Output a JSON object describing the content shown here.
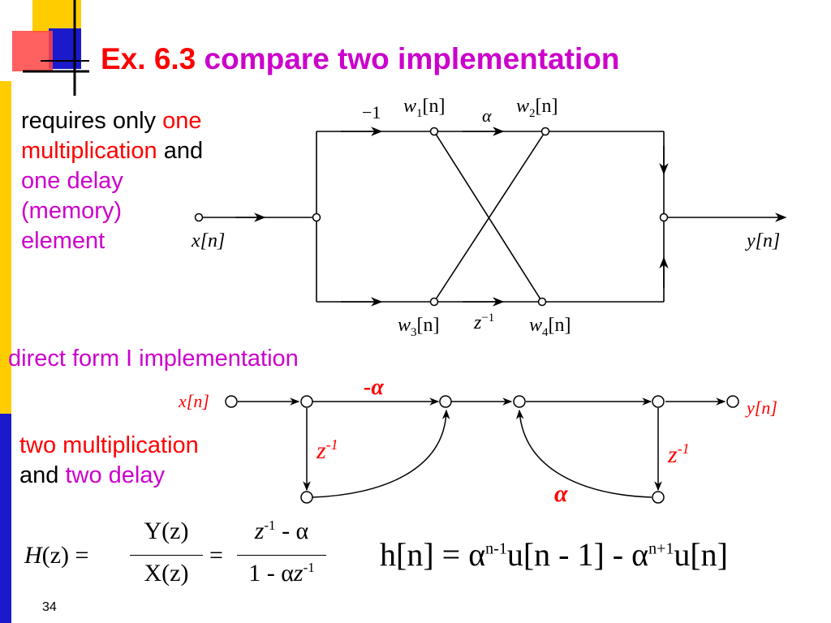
{
  "title": {
    "ex": "Ex. 6.3",
    "rest": "compare two implementation"
  },
  "top_text": {
    "l1a": "requires only",
    "l1b": "one",
    "l2a": "multiplication",
    "l2b": "and",
    "l3": "one delay",
    "l4": "(memory)",
    "l5": "element"
  },
  "lattice": {
    "neg1": "−1",
    "w1": "w",
    "w1sub": "1",
    "w1arg": "[n]",
    "alpha": "α",
    "w2": "w",
    "w2sub": "2",
    "w2arg": "[n]",
    "w3": "w",
    "w3sub": "3",
    "w3arg": "[n]",
    "zinv": "z",
    "zinvexp": "−1",
    "w4": "w",
    "w4sub": "4",
    "w4arg": "[n]",
    "x": "x[n]",
    "y": "y[n]"
  },
  "direct_form_heading": "direct form I implementation",
  "direct": {
    "x": "x[n]",
    "y": "y[n]",
    "neg_alpha": "-α",
    "alpha": "α",
    "z1": "z",
    "z1exp": "-1",
    "z2": "z",
    "z2exp": "-1"
  },
  "bottom_text": {
    "l1": "two multiplication",
    "l2a": "and",
    "l2b": "two delay"
  },
  "eq_H": {
    "lhs": "H",
    "lhs_arg": "(z) =",
    "num": "Y(z)",
    "den": "X(z)",
    "eq2": "=",
    "num2": "z",
    "num2exp": "-1",
    "num2rest": " - α",
    "den2a": "1 - α",
    "den2b": "z",
    "den2exp": "-1"
  },
  "eq_h": {
    "a": "h[n] = α",
    "e1": "n-1",
    "b": "u[n - 1] - α",
    "e2": "n+1",
    "c": "u[n]"
  },
  "slide_number": "34",
  "colors": {
    "red": "#ff0000",
    "magenta": "#cc00cc",
    "yellow": "#ffcc00",
    "blue": "#1a1acc"
  }
}
